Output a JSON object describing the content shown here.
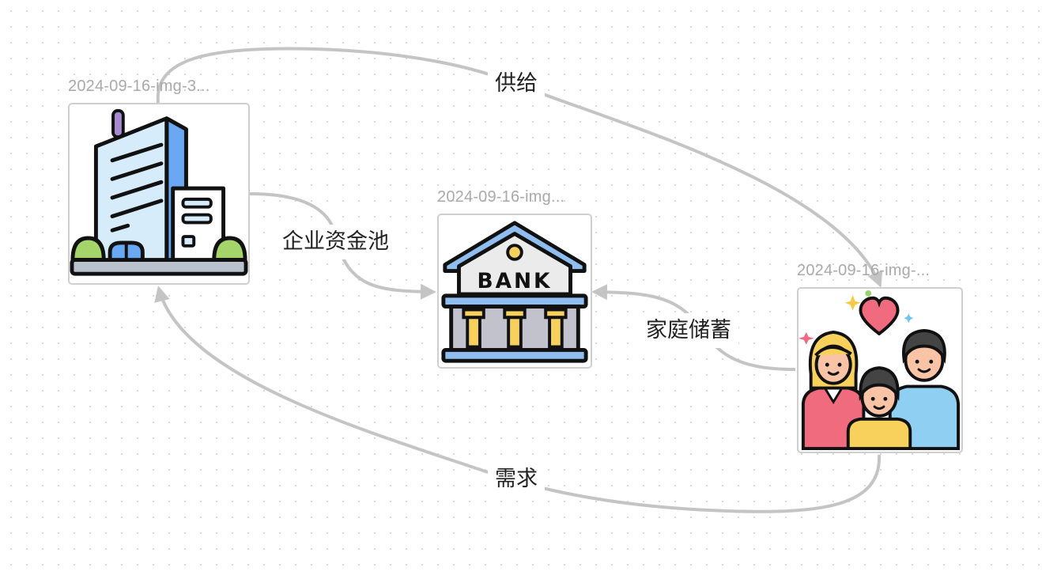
{
  "nodes": {
    "company": {
      "title": "2024-09-16-img-3...",
      "image": "office-building-icon"
    },
    "bank": {
      "title": "2024-09-16-img...",
      "image": "bank-icon",
      "sign": "BANK"
    },
    "family": {
      "title": "2024-09-16-img-...",
      "image": "family-icon"
    }
  },
  "edges": {
    "supply": {
      "label": "供给",
      "from": "company",
      "to": "family"
    },
    "corporate_fund_pool": {
      "label": "企业资金池",
      "from": "company",
      "to": "bank"
    },
    "household_savings": {
      "label": "家庭储蓄",
      "from": "family",
      "to": "bank"
    },
    "demand": {
      "label": "需求",
      "from": "family",
      "to": "company"
    }
  },
  "colors": {
    "edge": "#c4c4c4",
    "node_border": "#cfcfcf",
    "title_text": "#a9a9a9",
    "label_text": "#222222"
  }
}
